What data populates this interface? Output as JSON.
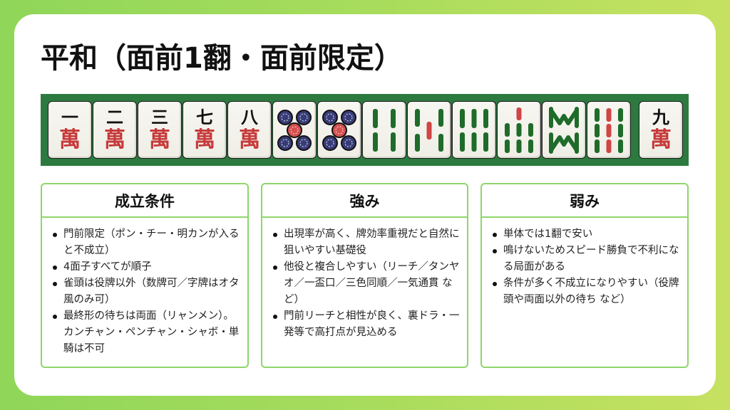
{
  "page": {
    "title": "平和（面前1翻・面前限定）"
  },
  "hand": {
    "strip_color": "#2c7a3f",
    "tiles": [
      {
        "suit": "man",
        "rank": 1,
        "numeral": "一",
        "char": "萬"
      },
      {
        "suit": "man",
        "rank": 2,
        "numeral": "二",
        "char": "萬"
      },
      {
        "suit": "man",
        "rank": 3,
        "numeral": "三",
        "char": "萬"
      },
      {
        "suit": "man",
        "rank": 7,
        "numeral": "七",
        "char": "萬"
      },
      {
        "suit": "man",
        "rank": 8,
        "numeral": "八",
        "char": "萬"
      },
      {
        "suit": "pin",
        "rank": 5
      },
      {
        "suit": "pin",
        "rank": 5
      },
      {
        "suit": "sou",
        "rank": 4
      },
      {
        "suit": "sou",
        "rank": 5
      },
      {
        "suit": "sou",
        "rank": 6
      },
      {
        "suit": "sou",
        "rank": 7
      },
      {
        "suit": "sou",
        "rank": 8
      },
      {
        "suit": "sou",
        "rank": 9
      }
    ],
    "winning_tile": {
      "suit": "man",
      "rank": 9,
      "numeral": "九",
      "char": "萬"
    }
  },
  "sections": [
    {
      "heading": "成立条件",
      "items": [
        "門前限定（ポン・チー・明カンが入ると不成立）",
        "4面子すべてが順子",
        "雀頭は役牌以外（数牌可／字牌はオタ風のみ可）",
        "最終形の待ちは両面（リャンメン）。カンチャン・ペンチャン・シャボ・単騎は不可"
      ]
    },
    {
      "heading": "強み",
      "items": [
        "出現率が高く、牌効率重視だと自然に狙いやすい基礎役",
        "他役と複合しやすい（リーチ／タンヤオ／一盃口／三色同順／一気通貫 など）",
        "門前リーチと相性が良く、裏ドラ・一発等で高打点が見込める"
      ]
    },
    {
      "heading": "弱み",
      "items": [
        "単体では1翻で安い",
        "鳴けないためスピード勝負で不利になる局面がある",
        "条件が多く不成立になりやすい（役牌頭や両面以外の待ち など）"
      ]
    }
  ],
  "colors": {
    "background_left": "#8fd659",
    "background_right": "#c6e161",
    "box_border": "#8fd66a",
    "man_red": "#c63a3a",
    "sou_green": "#1f6b2a",
    "pin_blue": "#3a3a7a",
    "pin_red": "#d65050"
  }
}
